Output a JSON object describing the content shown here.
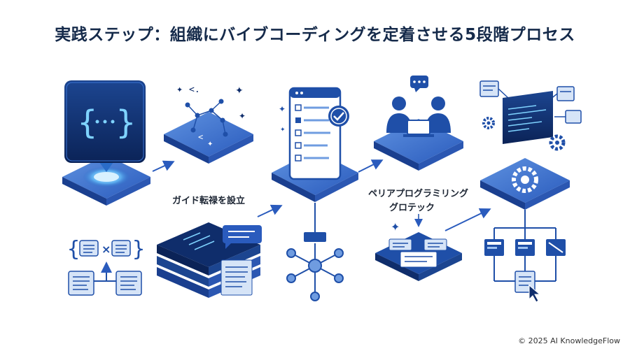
{
  "title": "実践ステップ：組織にバイブコーディングを定着させる5段階プロセス",
  "labels": {
    "step2": "ガイド転禄を設立",
    "step4_line1": "ペリアプログラミリング",
    "step4_line2": "グロテック"
  },
  "footer": {
    "copyright": "© 2025 AI KnowledgeFlow"
  },
  "icons": {
    "step1_top": "code-braces-icon",
    "step1_bottom": "code-conversion-icon",
    "step2_top": "constellation-network-icon",
    "step2_bottom": "code-editor-stack-icon",
    "step3_top": "checklist-phone-icon",
    "step3_bottom": "network-hub-icon",
    "step4_top": "pair-programming-icon",
    "step4_bottom": "shared-cards-icon",
    "step5_top": "gear-monitor-icon",
    "step5_bottom": "org-chart-icon"
  },
  "colors": {
    "primary": "#1f4fa8",
    "dark": "#0f2d6b",
    "light": "#6f9ce0",
    "pale": "#d6e4f7",
    "title": "#152a4a"
  }
}
